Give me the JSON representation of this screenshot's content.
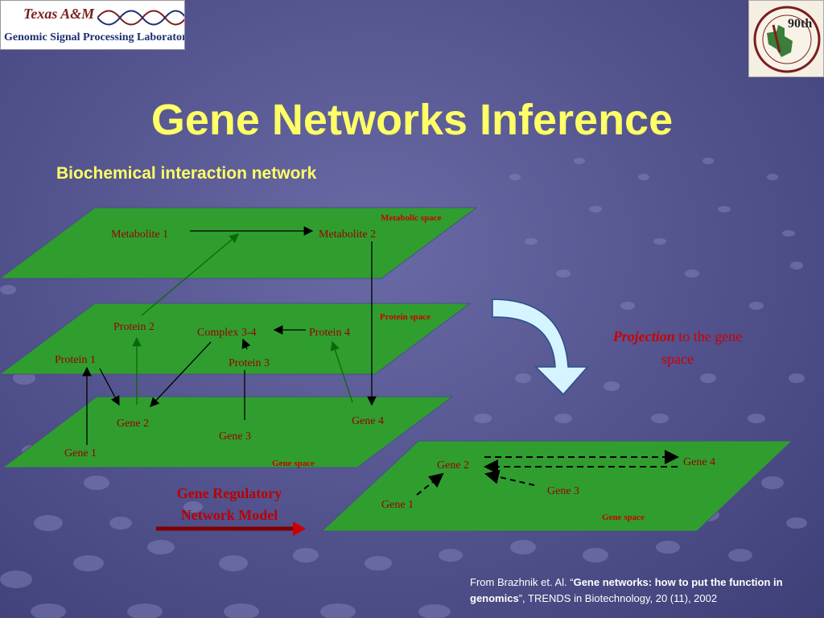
{
  "slide": {
    "title": "Gene Networks Inference",
    "subtitle": "Biochemical interaction network"
  },
  "logos": {
    "left_university": "Texas A&M",
    "left_lab": "Genomic Signal Processing Laboratory",
    "right_anniversary": "90th"
  },
  "layers": {
    "metabolic": {
      "label": "Metabolic space",
      "nodes": [
        "Metabolite 1",
        "Metabolite 2"
      ]
    },
    "protein": {
      "label": "Protein space",
      "nodes": [
        "Protein  2",
        "Complex 3-4",
        "Protein  4",
        "Protein  1",
        "Protein  3"
      ]
    },
    "gene": {
      "label": "Gene space",
      "nodes": [
        "Gene 2",
        "Gene 4",
        "Gene 3",
        "Gene 1"
      ]
    },
    "projected_gene": {
      "label": "Gene space",
      "nodes": [
        "Gene 2",
        "Gene 4",
        "Gene 3",
        "Gene 1"
      ]
    }
  },
  "projection": {
    "emphasis": "Projection",
    "rest": " to the gene space"
  },
  "model_label": {
    "line1": "Gene Regulatory",
    "line2": "Network Model"
  },
  "citation": {
    "prefix": "From Brazhnik et. Al. “",
    "bold": "Gene networks: how to put the function in genomics",
    "suffix": "”, TRENDS in Biotechnology, 20 (11), 2002"
  },
  "colors": {
    "background": "#51518c",
    "title": "#ffff66",
    "plane": "#2f9e2f",
    "node_text": "#990000",
    "arrow_accent": "#800000",
    "projection_arrow": "#d4f4ff"
  }
}
